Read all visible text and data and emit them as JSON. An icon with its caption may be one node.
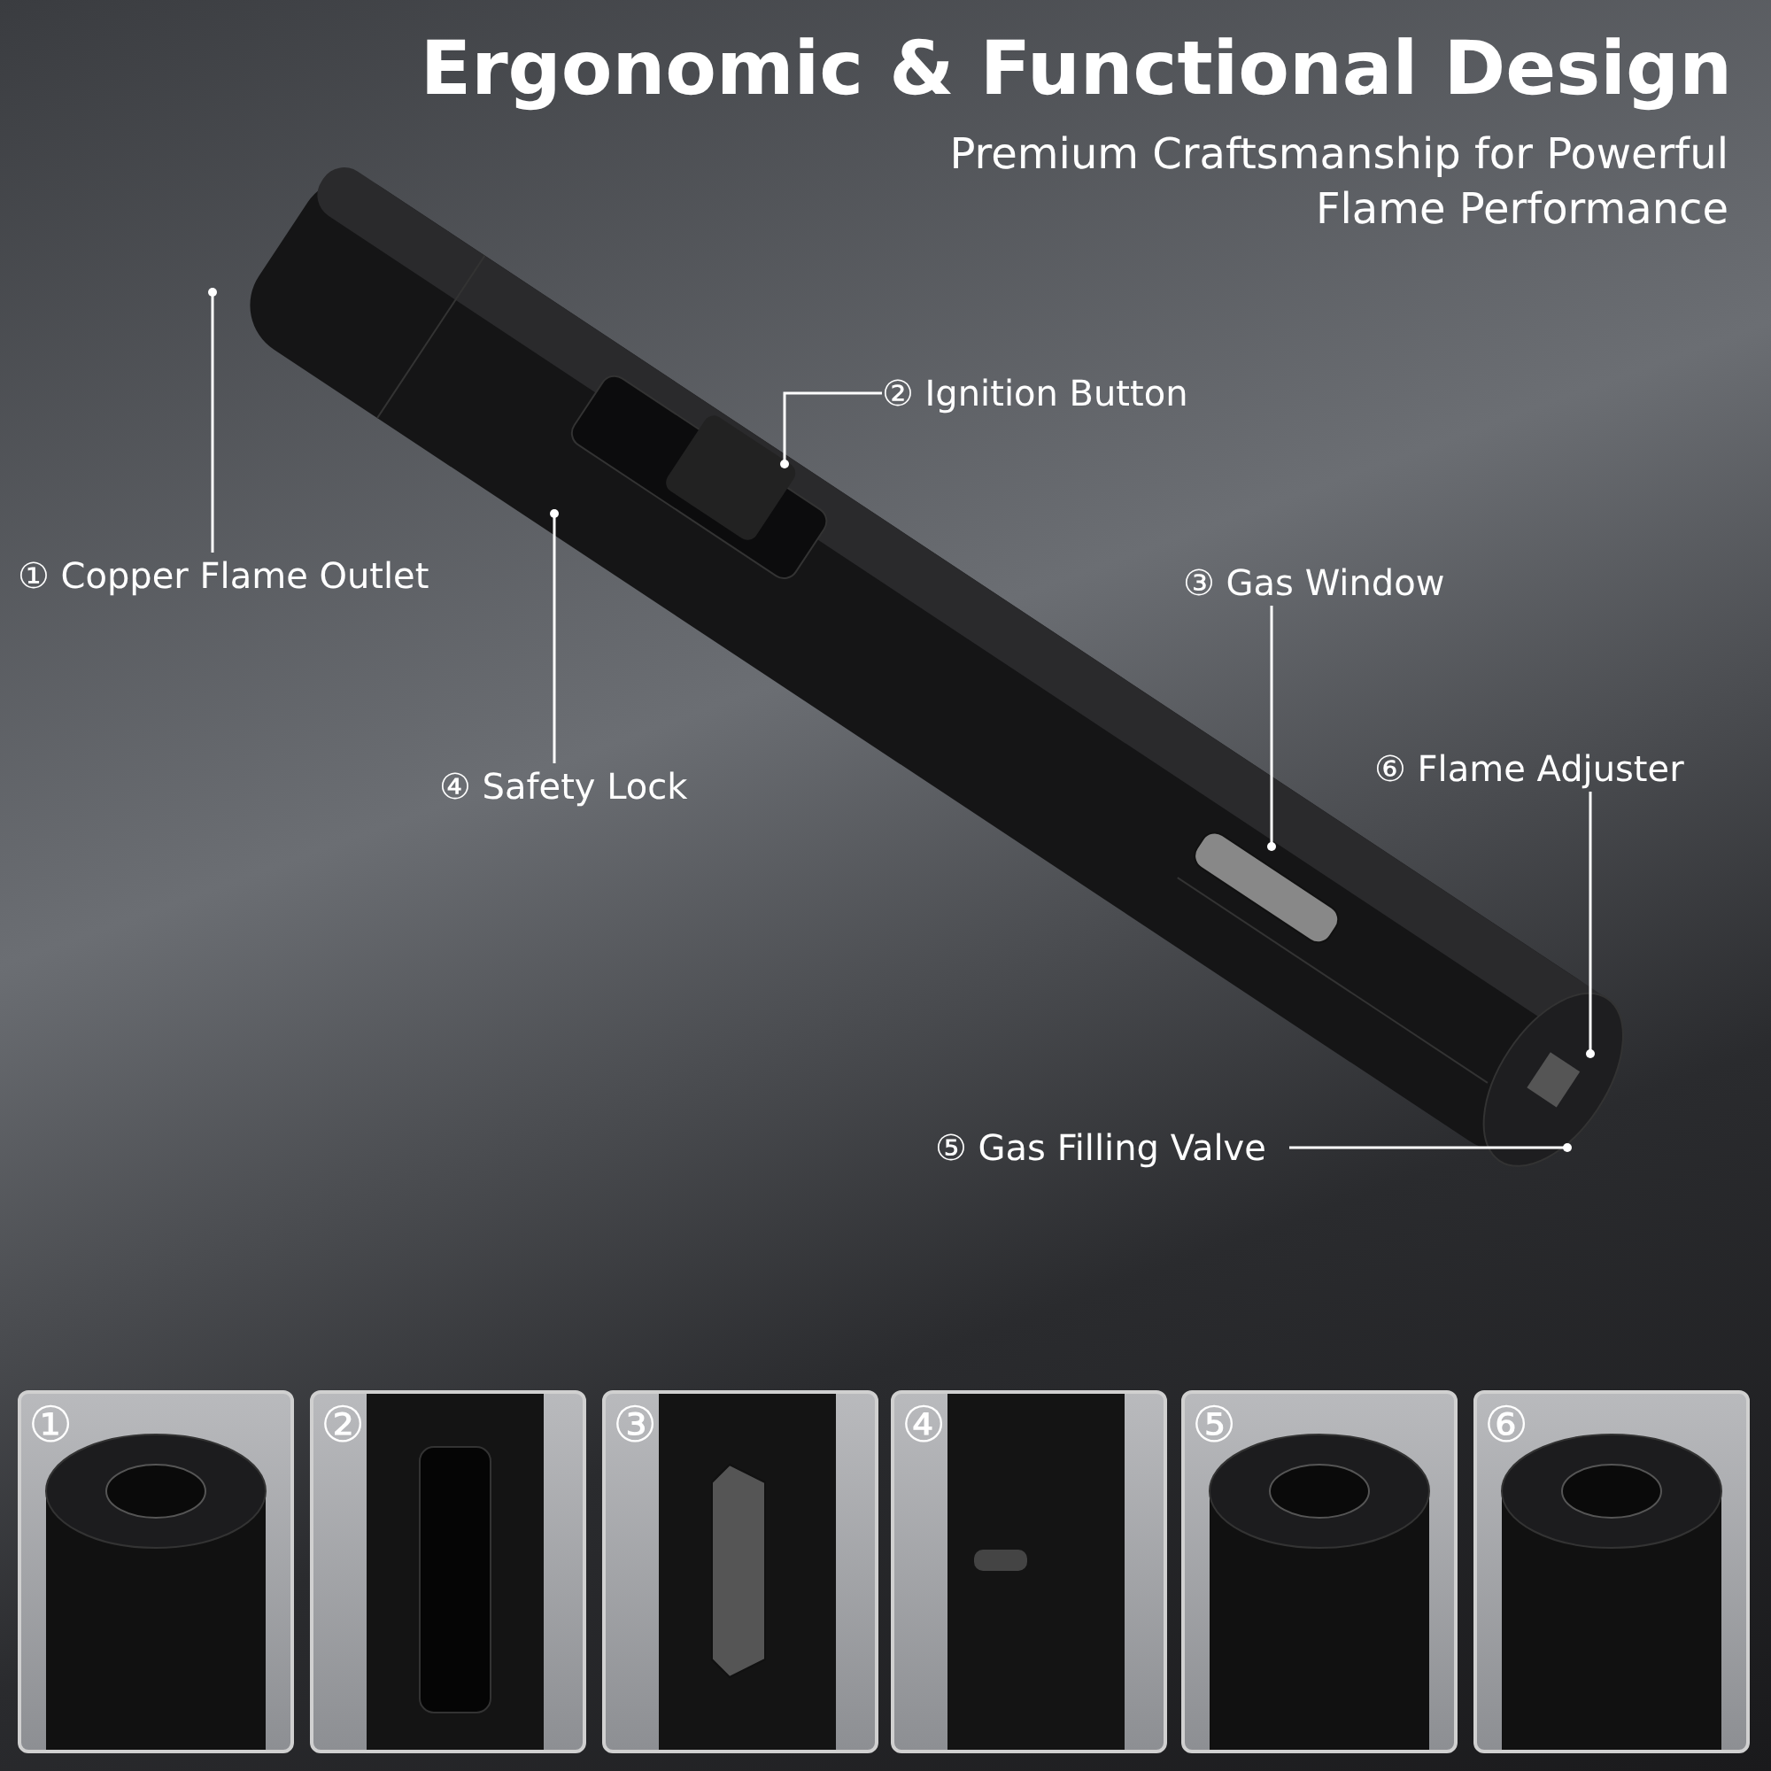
{
  "diagram": {
    "title": "Ergonomic & Functional Design",
    "nodes": [
      {
        "text": [
          "① Copper Flame Outlet"
        ]
      },
      {
        "text": [
          "② Ignition Button"
        ]
      },
      {
        "text": [
          "③ Gas Window"
        ]
      },
      {
        "text": [
          "④ Safety Lock"
        ]
      },
      {
        "text": [
          "⑤ Gas Filling Valve"
        ]
      },
      {
        "text": [
          "⑥ Flame Adjuster"
        ]
      },
      {
        "text": [
          "①"
        ]
      },
      {
        "text": [
          "②"
        ]
      },
      {
        "text": [
          "③"
        ]
      },
      {
        "text": [
          "④"
        ]
      },
      {
        "text": [
          "⑤"
        ]
      },
      {
        "text": [
          "⑥"
        ]
      }
    ],
    "edges": [
      {
        "from": 0,
        "to": null,
        "arrow": "other"
      },
      {
        "from": 1,
        "to": null,
        "arrow": "other"
      },
      {
        "from": 2,
        "to": null,
        "arrow": "other"
      },
      {
        "from": 3,
        "to": null,
        "arrow": "other"
      },
      {
        "from": 4,
        "to": null,
        "arrow": "other"
      },
      {
        "from": 5,
        "to": null,
        "arrow": "other"
      }
    ],
    "labels": [
      "Premium Craftsmanship for Powerful Flame Performance"
    ]
  }
}
